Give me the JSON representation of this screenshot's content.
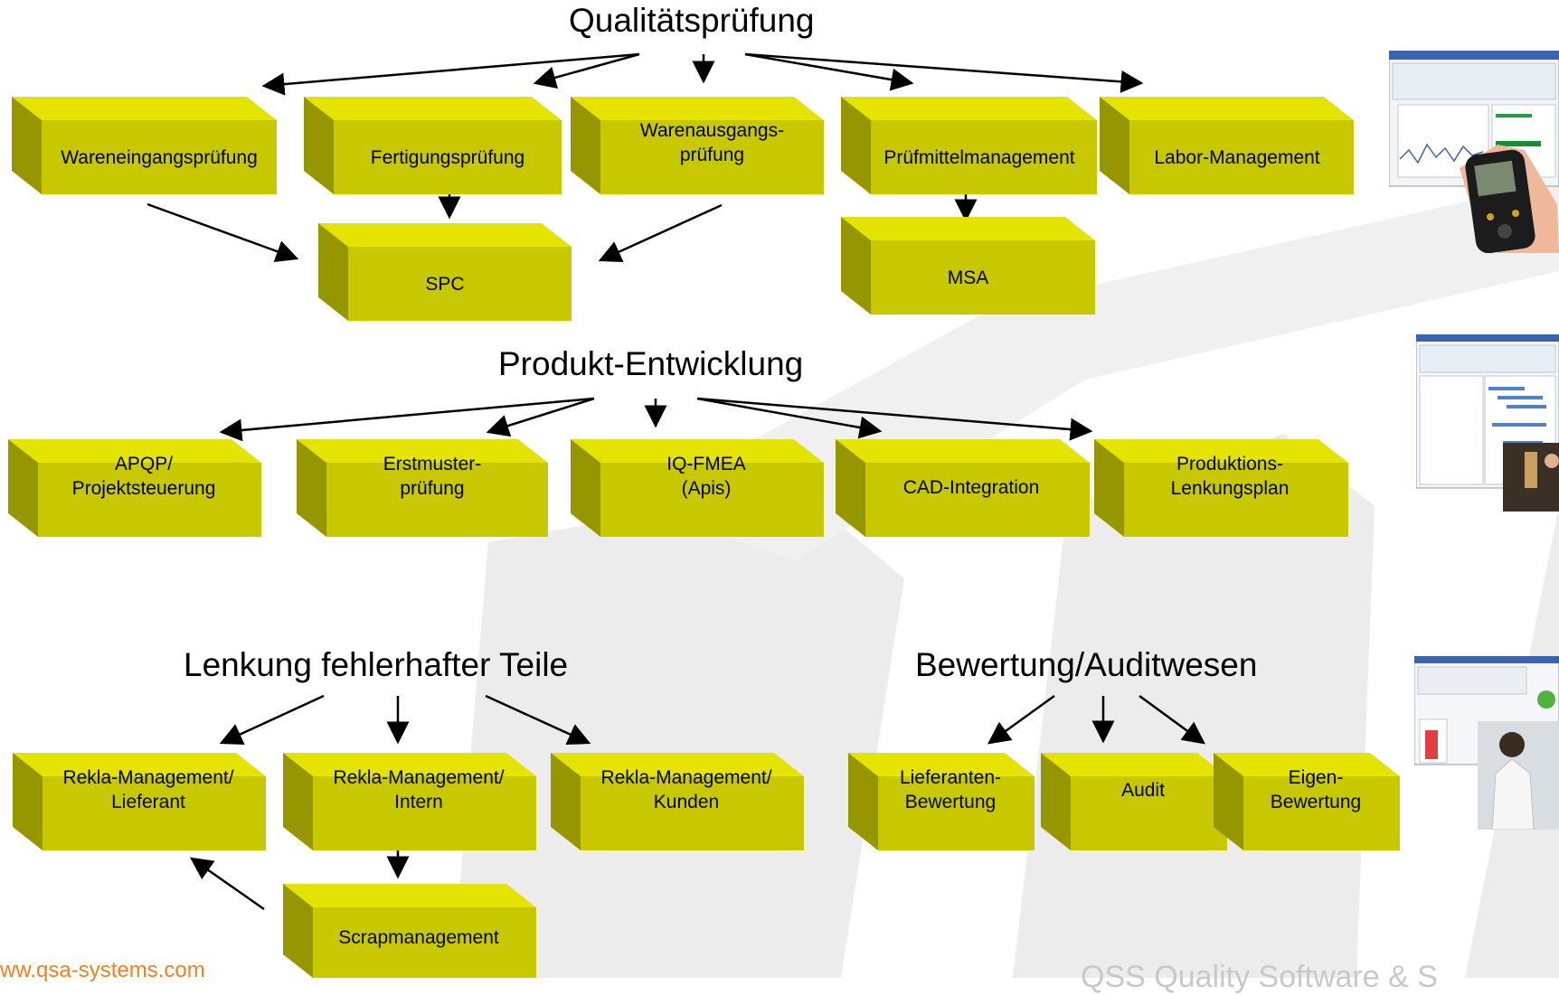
{
  "titles": {
    "qualitaet": "Qualitätsprüfung",
    "produkt": "Produkt-Entwicklung",
    "lenkung": "Lenkung fehlerhafter Teile",
    "bewertung": "Bewertung/Auditwesen"
  },
  "boxes": {
    "wareneingang": "Wareneingangsprüfung",
    "fertigung": "Fertigungsprüfung",
    "warenausgang": "Warenausgangs-\nprüfung",
    "pruefmittel": "Prüfmittelmanagement",
    "labor": "Labor-Management",
    "spc": "SPC",
    "msa": "MSA",
    "apqp": "APQP/\nProjektsteuerung",
    "erstmuster": "Erstmuster-\nprüfung",
    "fmea": "IQ-FMEA\n(Apis)",
    "cad": "CAD-Integration",
    "produktion": "Produktions-\nLenkungsplan",
    "rekla_lieferant": "Rekla-Management/\nLieferant",
    "rekla_intern": "Rekla-Management/\nIntern",
    "rekla_kunden": "Rekla-Management/\nKunden",
    "scrap": "Scrapmanagement",
    "lieferanten_bew": "Lieferanten-\nBewertung",
    "audit": "Audit",
    "eigen_bew": "Eigen-\nBewertung"
  },
  "footer": {
    "url": "ww.qsa-systems.com",
    "company": "QSS Quality Software & S"
  },
  "colors": {
    "box_front": "#c8c800",
    "box_top": "#e4e400",
    "box_side": "#969600",
    "background_shape": "#ececec",
    "url_color": "#f08020"
  }
}
